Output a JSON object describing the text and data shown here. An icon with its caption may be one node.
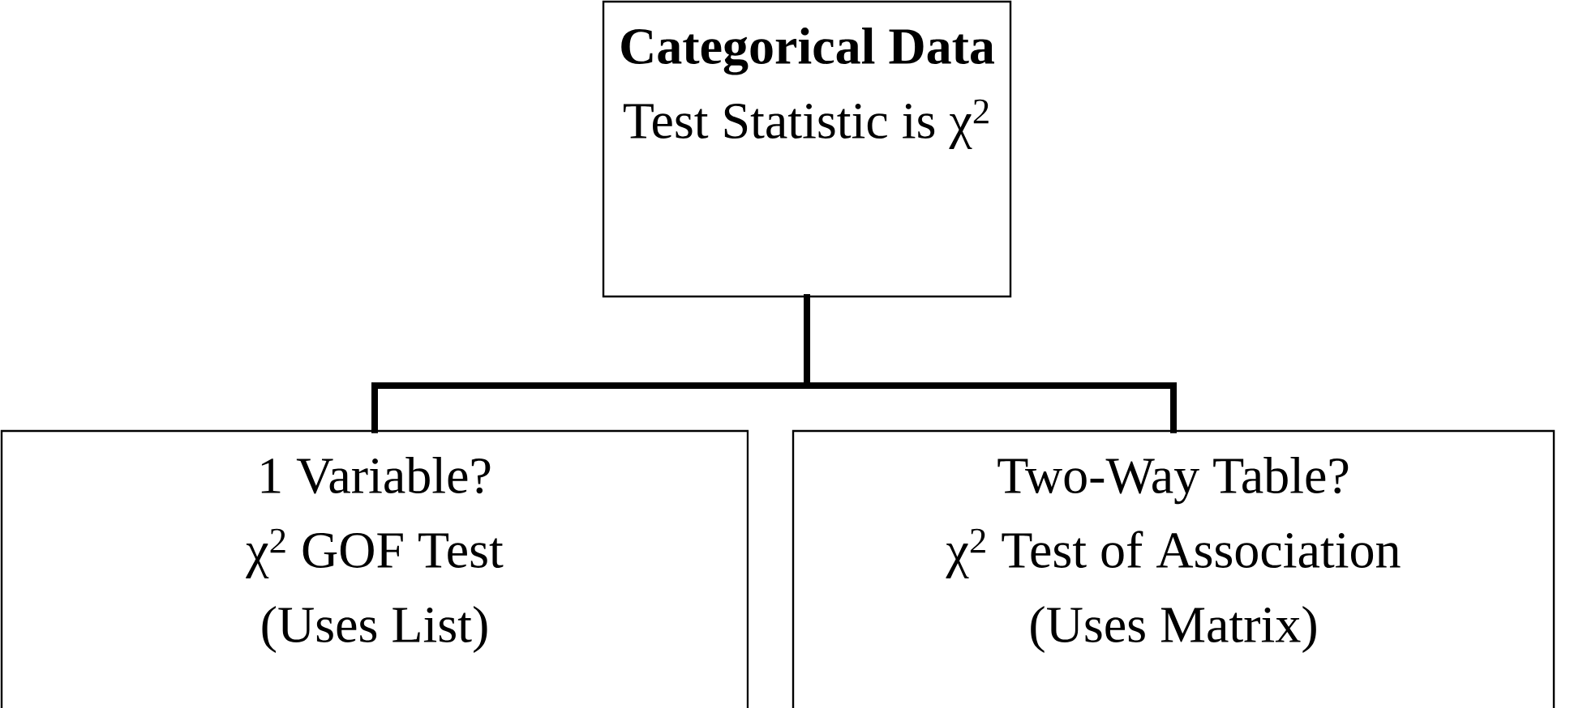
{
  "diagram": {
    "nodes": [
      {
        "text": [
          "Categorical Data",
          "Test Statistic is χ$^{2}$"
        ]
      },
      {
        "text": [
          "1 Variable?",
          "χ$^{2}$ GOF Test",
          "(Uses List)"
        ]
      },
      {
        "text": [
          "Two-Way Table?",
          "χ$^{2}$ Test of Association",
          "(Uses Matrix)"
        ]
      }
    ],
    "edges": [
      {
        "from": 0,
        "to": 1,
        "arrow": "none"
      },
      {
        "from": 0,
        "to": 2,
        "arrow": "none"
      }
    ]
  }
}
